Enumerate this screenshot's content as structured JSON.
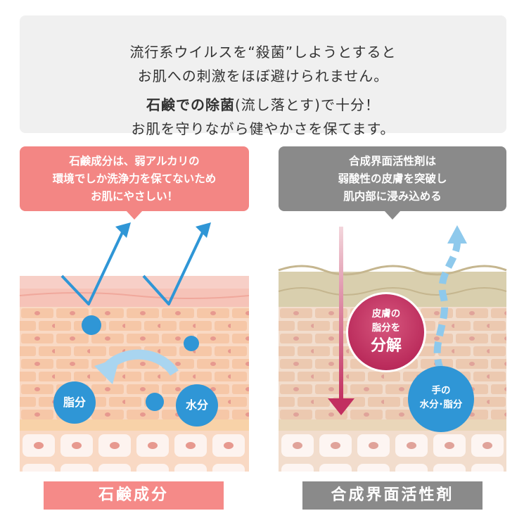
{
  "intro": {
    "line1": "流行系ウイルスを“殺菌”しようとすると",
    "line2": "お肌への刺激をほぼ避けられません。",
    "line3_bold": "石鹸での除菌",
    "line3_rest": "(流し落とす)で十分！",
    "line4": "お肌を守りながら健やかさを保てます。"
  },
  "left": {
    "bubble": [
      "石鹸成分は、弱アルカリの",
      "環境でしか洗浄力を保てないため",
      "お肌にやさしい！"
    ],
    "sebum": "脂分",
    "water": "水分",
    "label": "石鹸成分"
  },
  "right": {
    "bubble": [
      "合成界面活性剤は",
      "弱酸性の皮膚を突破し",
      "肌内部に浸み込める"
    ],
    "decompose_small": [
      "皮膚の",
      "脂分を"
    ],
    "decompose_big": "分解",
    "hand": [
      "手の",
      "水分･脂分"
    ],
    "label": "合成界面活性剤"
  },
  "colors": {
    "soap": "#f38684",
    "synthetic": "#8a8a8a",
    "blue": "#2f96d6",
    "magenta": "#bb2c5c"
  }
}
